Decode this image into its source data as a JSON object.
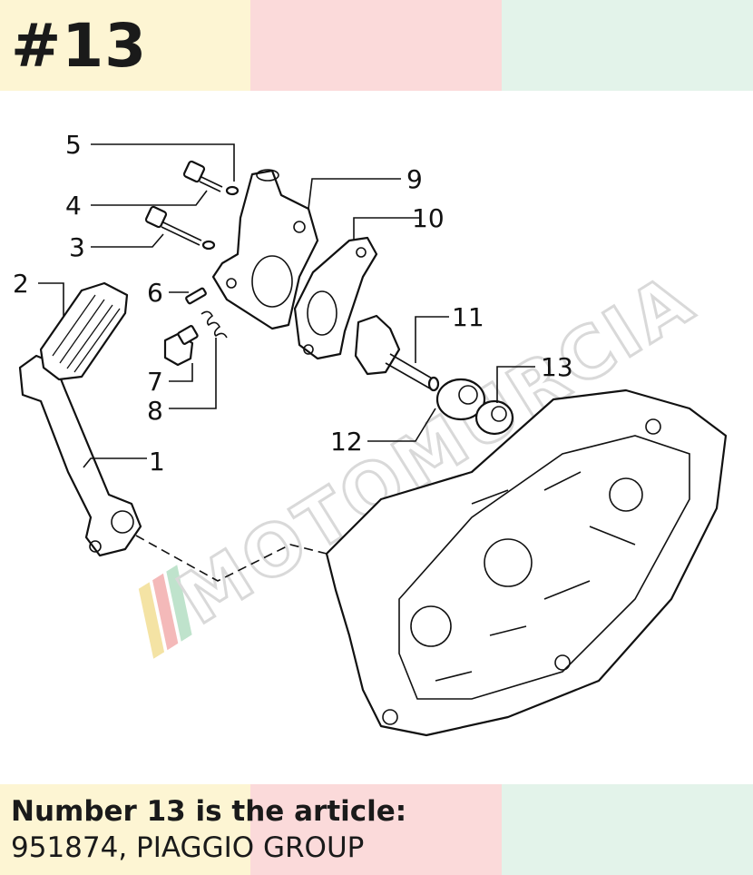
{
  "header": {
    "badge": "#13",
    "band_colors": [
      "#fdf5d3",
      "#fbdada",
      "#e3f3ea"
    ]
  },
  "diagram": {
    "callouts": [
      "1",
      "2",
      "3",
      "4",
      "5",
      "6",
      "7",
      "8",
      "9",
      "10",
      "11",
      "12",
      "13"
    ],
    "watermark": "MOTOMURCIA"
  },
  "footer": {
    "line1": "Number 13 is the article:",
    "line2": "951874, PIAGGIO GROUP"
  }
}
